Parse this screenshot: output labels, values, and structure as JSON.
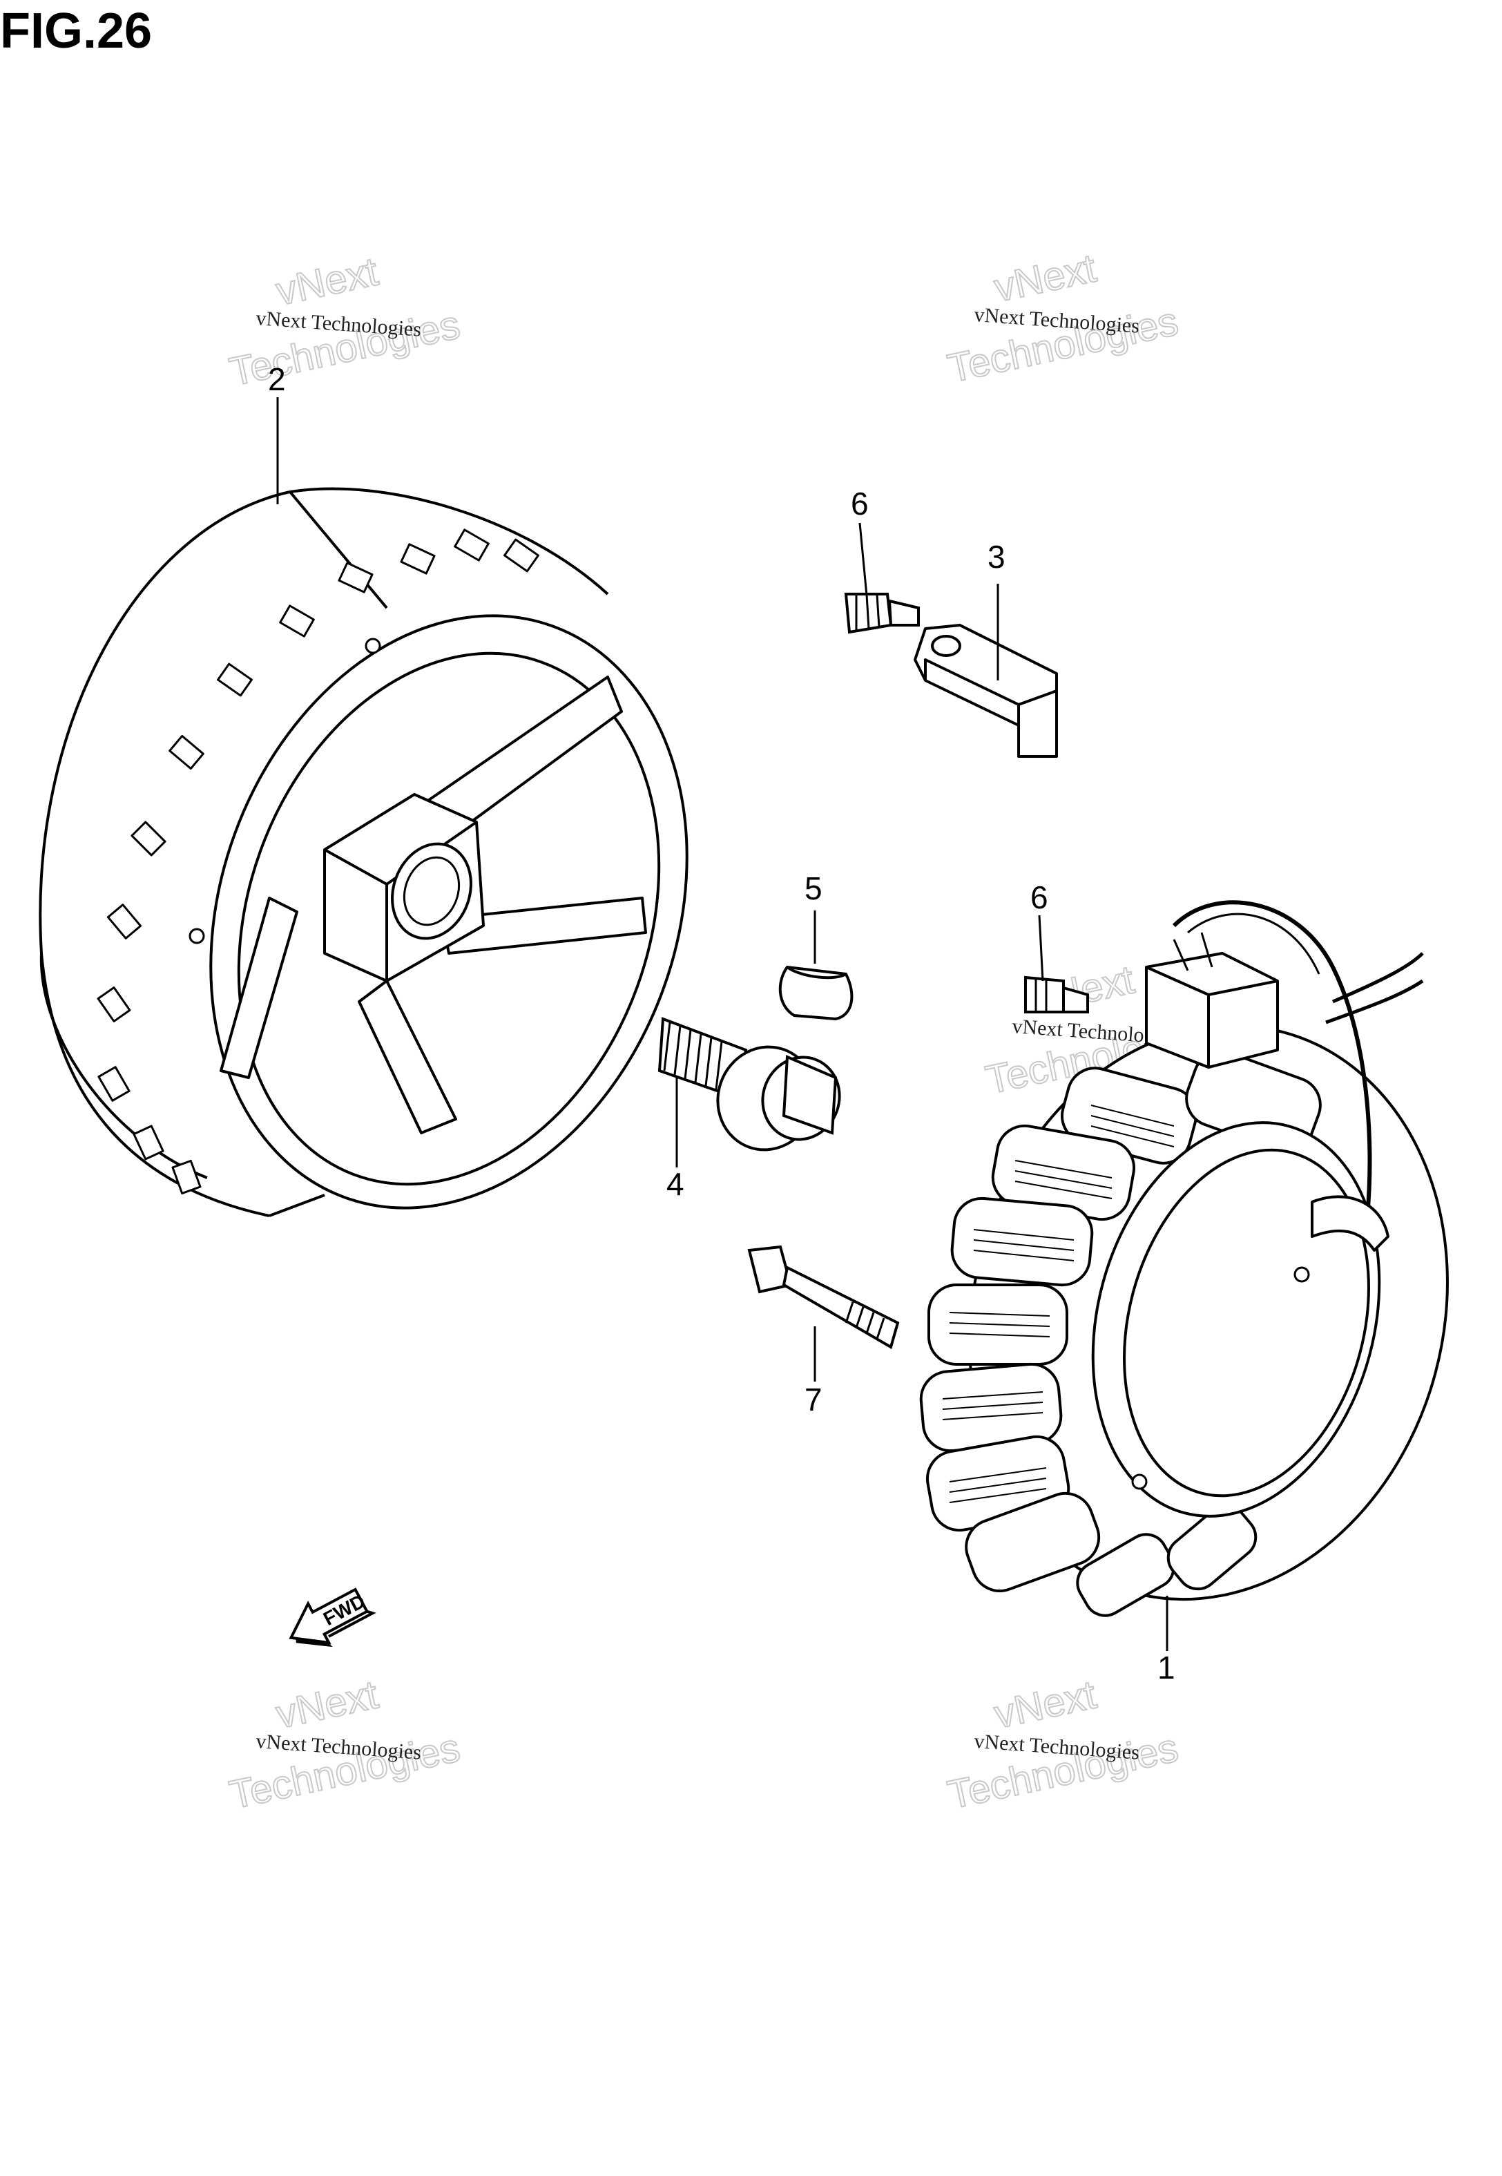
{
  "figure": {
    "title": "FIG.26"
  },
  "callouts": [
    {
      "id": "part-1",
      "label": "1"
    },
    {
      "id": "part-2",
      "label": "2"
    },
    {
      "id": "part-3",
      "label": "3"
    },
    {
      "id": "part-4",
      "label": "4"
    },
    {
      "id": "part-5",
      "label": "5"
    },
    {
      "id": "part-6a",
      "label": "6"
    },
    {
      "id": "part-6b",
      "label": "6"
    },
    {
      "id": "part-7",
      "label": "7"
    }
  ],
  "direction_marker": {
    "label": "FWD"
  },
  "watermark": {
    "line1": "vNext Technologies",
    "line2": "vNext",
    "line3": "Technologies"
  },
  "colors": {
    "line": "#000000",
    "background": "#ffffff",
    "watermark": "#c9c9c9"
  }
}
